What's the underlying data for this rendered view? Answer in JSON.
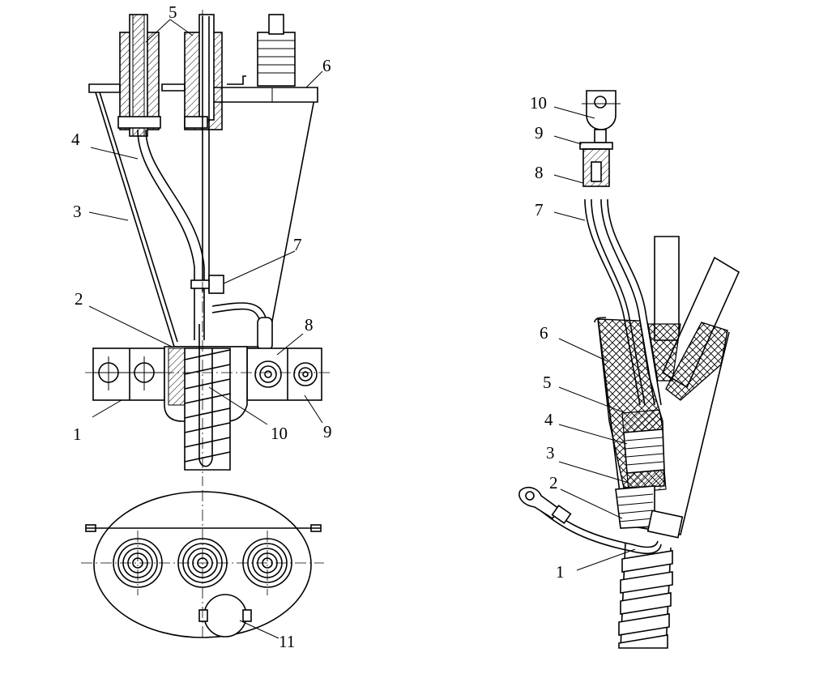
{
  "left_assembly": {
    "callouts": [
      "1",
      "2",
      "3",
      "4",
      "5",
      "6",
      "7",
      "8",
      "9",
      "10"
    ]
  },
  "bottom_view": {
    "callouts": [
      "11"
    ]
  },
  "right_assembly": {
    "callouts": [
      "1",
      "2",
      "3",
      "4",
      "5",
      "6",
      "7",
      "8",
      "9",
      "10"
    ]
  }
}
